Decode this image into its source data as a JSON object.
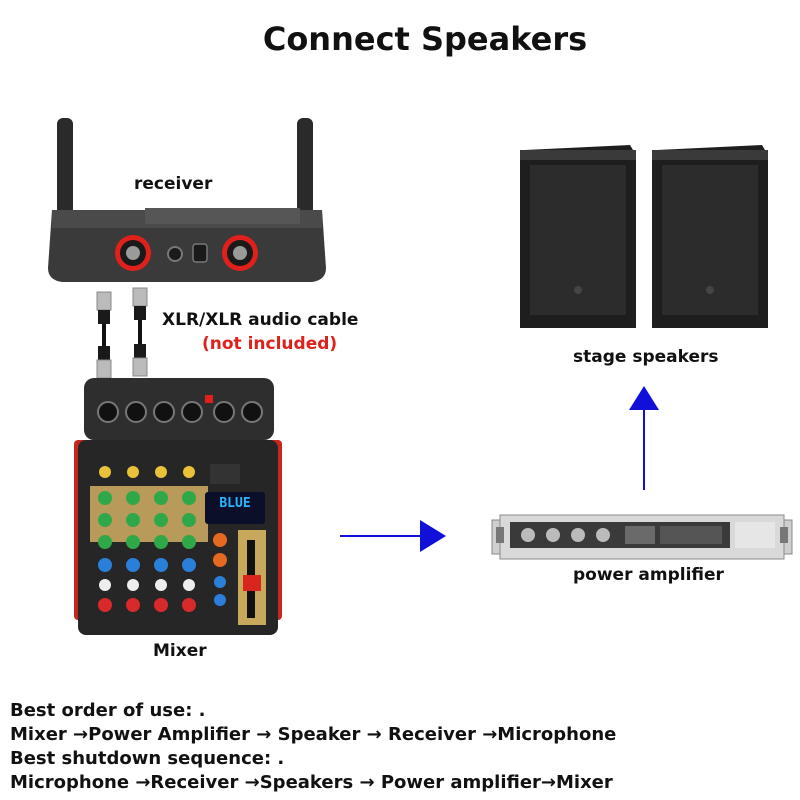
{
  "title": "Connect Speakers",
  "labels": {
    "receiver": "receiver",
    "cable": "XLR/XLR audio cable",
    "cable_note": "(not included)",
    "mixer": "Mixer",
    "speakers": "stage speakers",
    "amplifier": "power amplifier",
    "mixer_display": "BLUE"
  },
  "instructions": {
    "use_heading": "Best order of use: .",
    "use_sequence": "Mixer  →Power Amplifier → Speaker → Receiver →Microphone",
    "shutdown_heading": "Best shutdown sequence: .",
    "shutdown_sequence": "Microphone →Receiver →Speakers → Power amplifier→Mixer"
  },
  "colors": {
    "arrow": "#1010d8",
    "accent_red": "#e0201a",
    "device_dark": "#2b2b2b"
  }
}
